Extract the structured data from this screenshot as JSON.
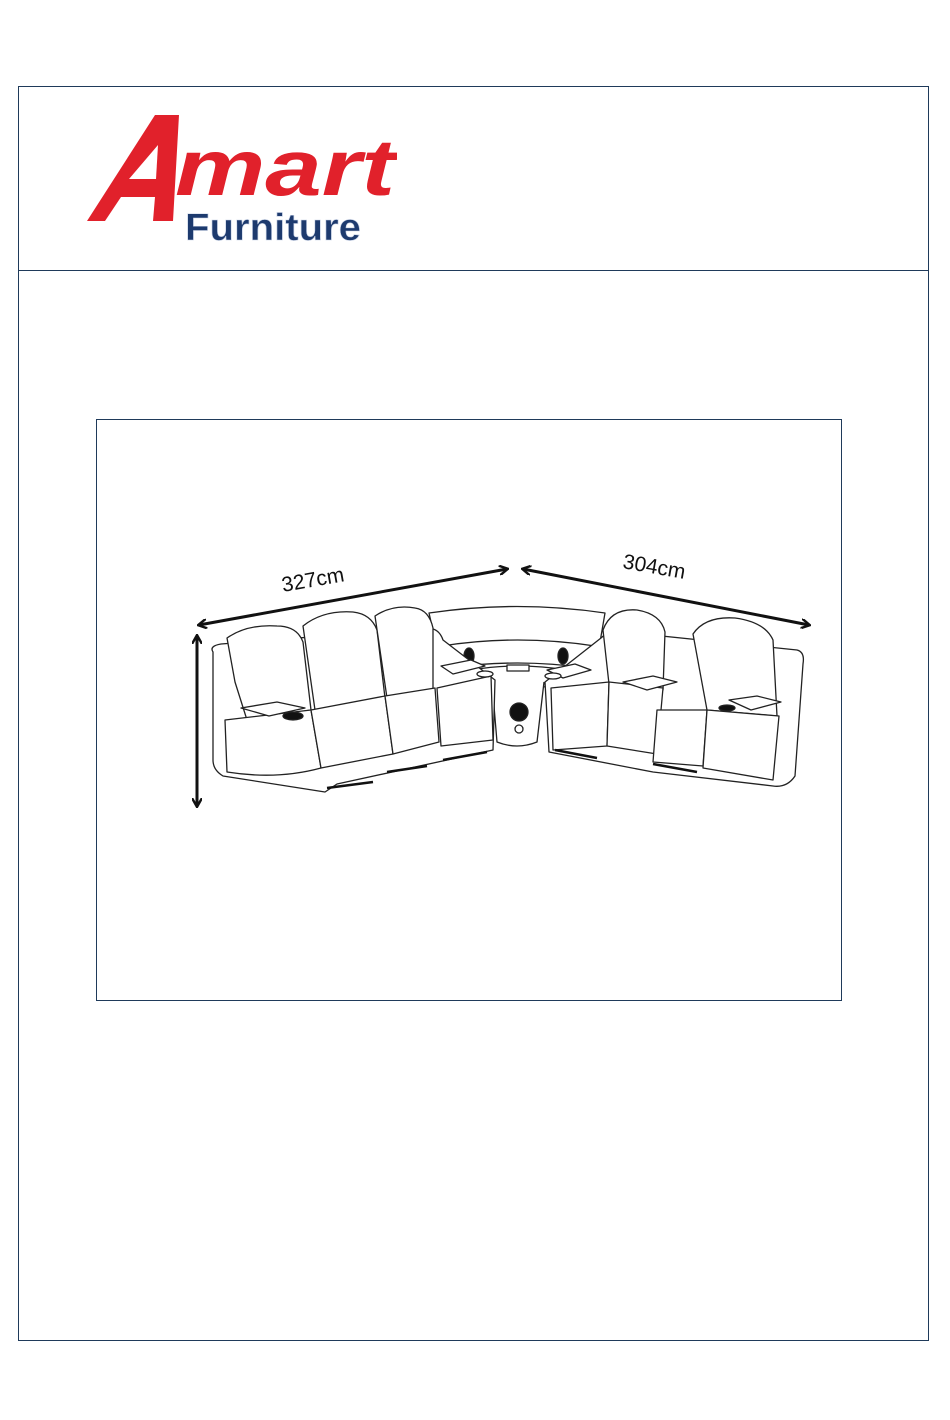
{
  "brand": {
    "name": "Amart",
    "sub": "Furniture",
    "red": "#e1212b",
    "navy": "#1d3a6e"
  },
  "dimensions": {
    "left_width": "327cm",
    "right_width": "304cm"
  },
  "colors": {
    "border": "#1f3a5a",
    "line": "#111111"
  }
}
